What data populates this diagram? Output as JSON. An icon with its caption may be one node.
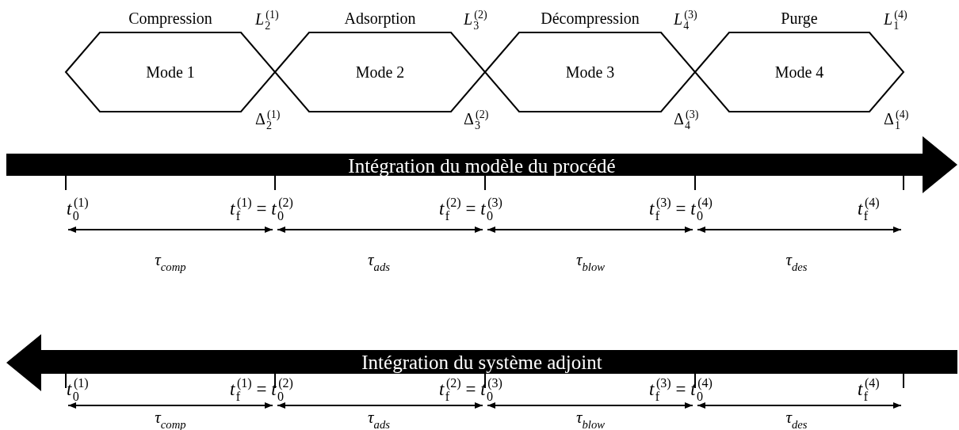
{
  "diagram": {
    "nodes": [
      {
        "text": [
          "Mode 1"
        ],
        "beside": [
          "Compression"
        ]
      },
      {
        "text": [
          "Mode 2"
        ],
        "beside": [
          "Adsorption"
        ]
      },
      {
        "text": [
          "Mode 3"
        ],
        "beside": [
          "Décompression"
        ]
      },
      {
        "text": [
          "Mode 4"
        ],
        "beside": [
          "Purge"
        ]
      },
      {
        "text": [
          "Intégration du modèle du procédé"
        ]
      },
      {
        "text": [
          "Intégration du système adjoint"
        ]
      }
    ],
    "labels": [
      "*L*$_{2}$$^{(1)}$",
      "*L*$_{3}$$^{(2)}$",
      "*L*$_{4}$$^{(3)}$",
      "*L*$_{1}$$^{(4)}$",
      "Δ$_{2}$$^{(1)}$",
      "Δ$_{3}$$^{(2)}$",
      "Δ$_{4}$$^{(3)}$",
      "Δ$_{1}$$^{(4)}$",
      "*t*$_{0}$$^{(1)}$",
      "*t*$_{f}$$^{(1)}$ = *t*$_{0}$$^{(2)}$",
      "*t*$_{f}$$^{(2)}$ = *t*$_{0}$$^{(3)}$",
      "*t*$_{f}$$^{(3)}$ = *t*$_{0}$$^{(4)}$",
      "*t*$_{f}$$^{(4)}$",
      "τ$_{comp}$",
      "τ$_{ads}$",
      "τ$_{blow}$",
      "τ$_{des}$",
      "*t*$_{0}$$^{(1)}$",
      "*t*$_{f}$$^{(1)}$ = *t*$_{0}$$^{(2)}$",
      "*t*$_{f}$$^{(2)}$ = *t*$_{0}$$^{(3)}$",
      "*t*$_{f}$$^{(3)}$ = *t*$_{0}$$^{(4)}$",
      "*t*$_{f}$$^{(4)}$",
      "τ$_{comp}$",
      "τ$_{ads}$",
      "τ$_{blow}$",
      "τ$_{des}$"
    ]
  }
}
